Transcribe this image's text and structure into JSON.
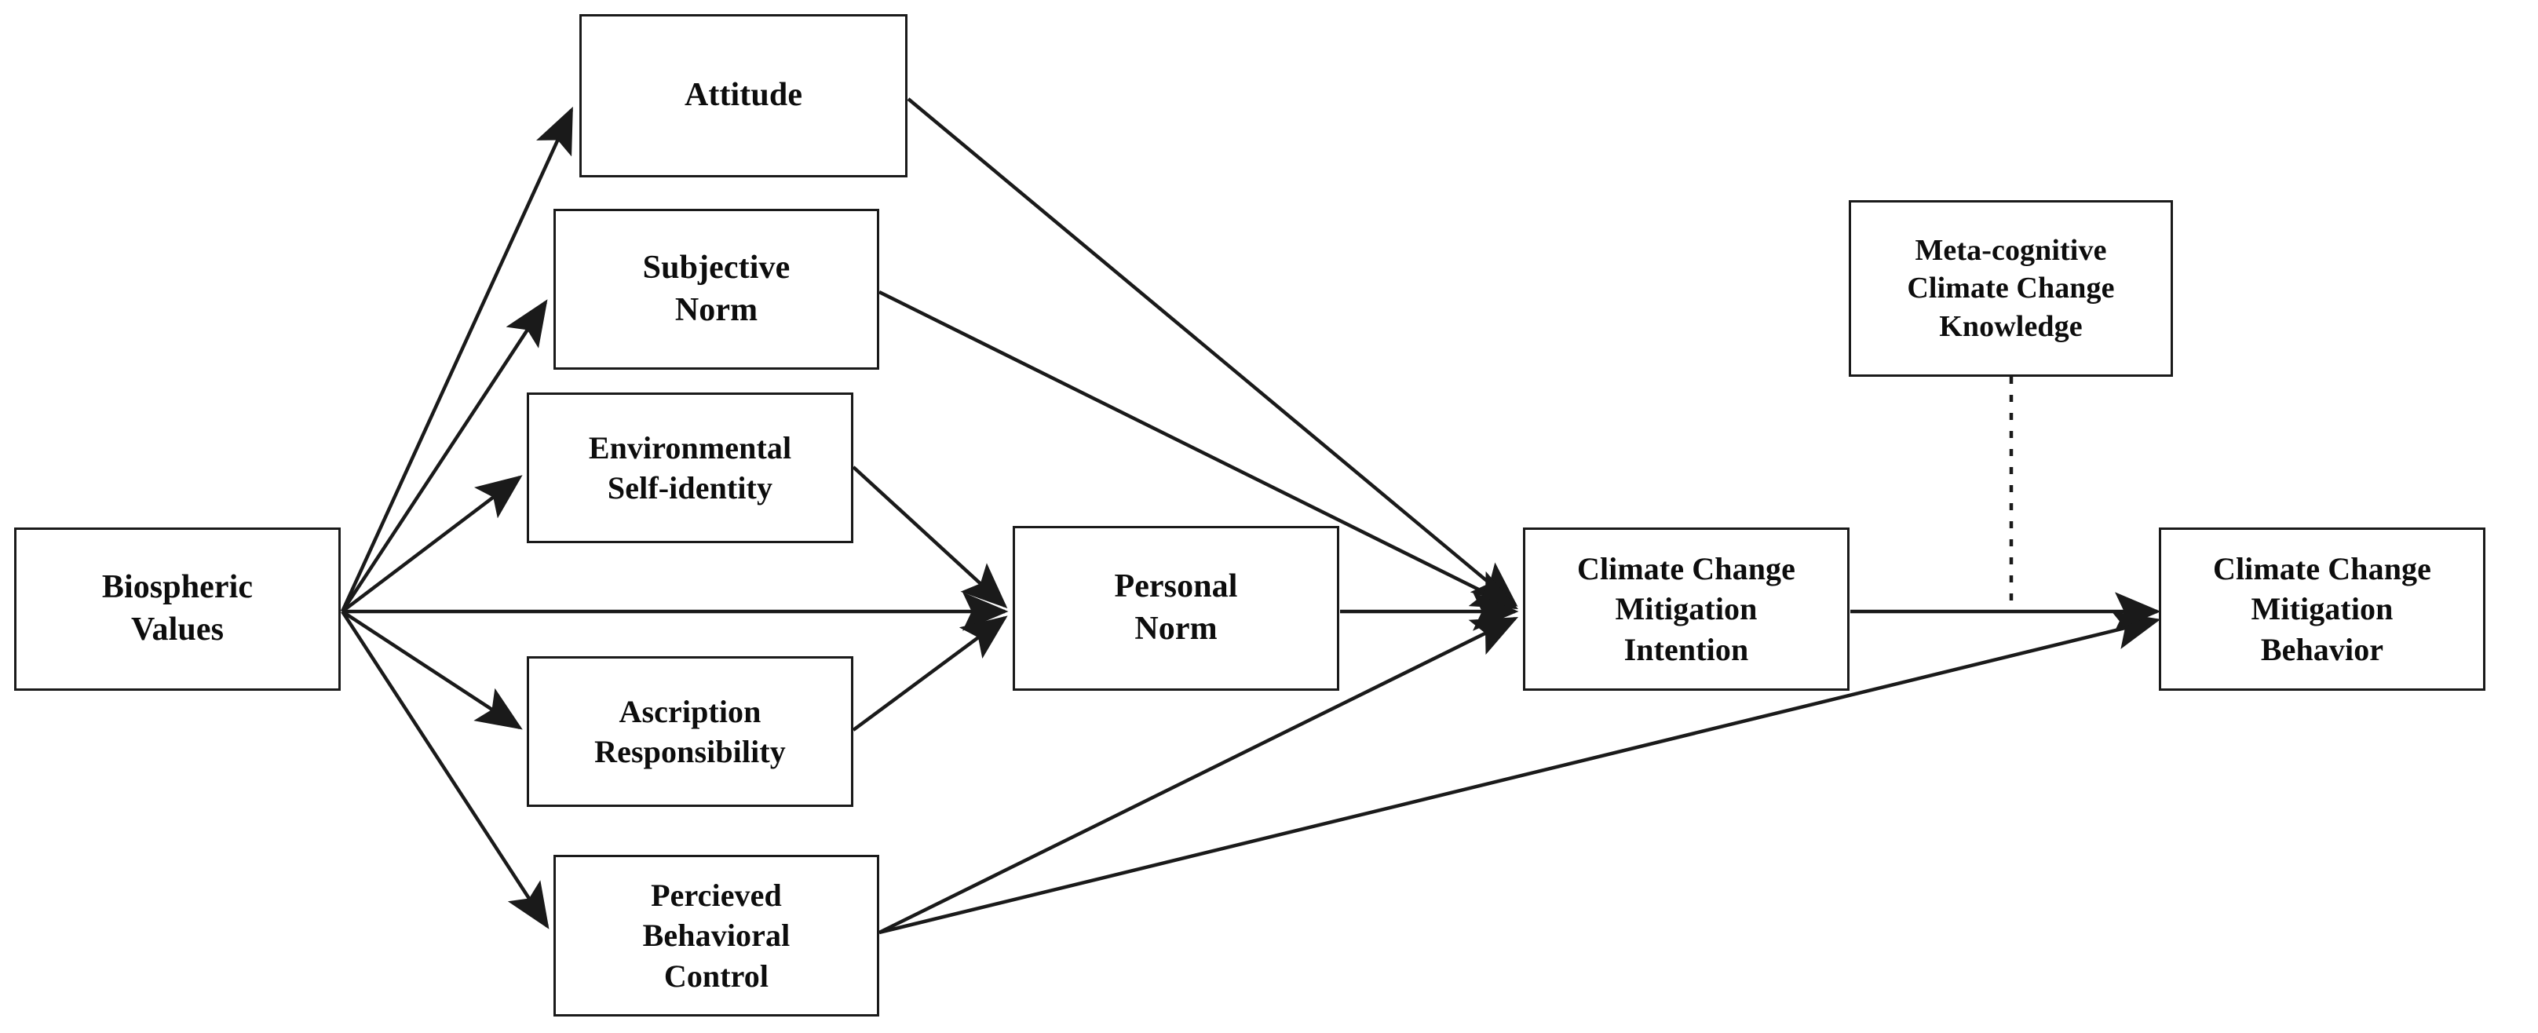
{
  "diagram": {
    "title": "Climate Change Mitigation Behavior Conceptual Model",
    "type": "path-model",
    "background_color": "#ffffff",
    "line_color": "#1a1a1a",
    "text_color": "#0d0d0d",
    "nodes": {
      "biospheric_values": {
        "label": "Biospheric\nValues"
      },
      "attitude": {
        "label": "Attitude"
      },
      "subjective_norm": {
        "label": "Subjective\nNorm"
      },
      "environmental_self_identity": {
        "label": "Environmental\nSelf-identity"
      },
      "ascription_responsibility": {
        "label": "Ascription\nResponsibility"
      },
      "percieved_behavioral_control": {
        "label": "Percieved\nBehavioral\nControl"
      },
      "personal_norm": {
        "label": "Personal\nNorm"
      },
      "climate_change_mitigation_intention": {
        "label": "Climate Change\nMitigation\nIntention"
      },
      "meta_cognitive_climate_change_knowledge": {
        "label": "Meta-cognitive\nClimate Change\nKnowledge"
      },
      "climate_change_mitigation_behavior": {
        "label": "Climate Change\nMitigation\nBehavior"
      }
    },
    "edges": [
      {
        "from": "biospheric_values",
        "to": "attitude",
        "style": "solid",
        "arrow": true
      },
      {
        "from": "biospheric_values",
        "to": "subjective_norm",
        "style": "solid",
        "arrow": true
      },
      {
        "from": "biospheric_values",
        "to": "environmental_self_identity",
        "style": "solid",
        "arrow": true
      },
      {
        "from": "biospheric_values",
        "to": "personal_norm",
        "style": "solid",
        "arrow": true
      },
      {
        "from": "biospheric_values",
        "to": "ascription_responsibility",
        "style": "solid",
        "arrow": true
      },
      {
        "from": "biospheric_values",
        "to": "percieved_behavioral_control",
        "style": "solid",
        "arrow": true
      },
      {
        "from": "attitude",
        "to": "climate_change_mitigation_intention",
        "style": "solid",
        "arrow": true
      },
      {
        "from": "subjective_norm",
        "to": "climate_change_mitigation_intention",
        "style": "solid",
        "arrow": true
      },
      {
        "from": "environmental_self_identity",
        "to": "personal_norm",
        "style": "solid",
        "arrow": true
      },
      {
        "from": "ascription_responsibility",
        "to": "personal_norm",
        "style": "solid",
        "arrow": true
      },
      {
        "from": "personal_norm",
        "to": "climate_change_mitigation_intention",
        "style": "solid",
        "arrow": true
      },
      {
        "from": "percieved_behavioral_control",
        "to": "climate_change_mitigation_intention",
        "style": "solid",
        "arrow": true
      },
      {
        "from": "percieved_behavioral_control",
        "to": "climate_change_mitigation_behavior",
        "style": "solid",
        "arrow": true
      },
      {
        "from": "climate_change_mitigation_intention",
        "to": "climate_change_mitigation_behavior",
        "style": "solid",
        "arrow": true
      },
      {
        "from": "meta_cognitive_climate_change_knowledge",
        "to": "intention-behavior-path",
        "style": "dashed",
        "arrow": false
      }
    ]
  }
}
